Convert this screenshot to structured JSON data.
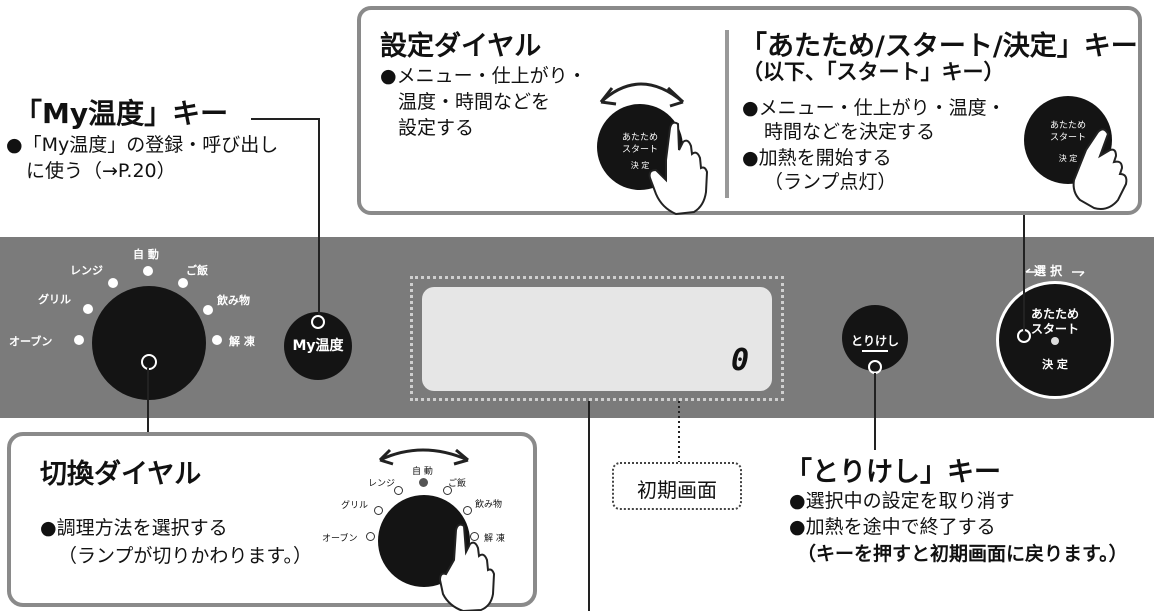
{
  "my_key": {
    "title": "「My温度」キー",
    "line1": "●「My温度」の登録・呼び出し",
    "line2": "に使う（→P.20）"
  },
  "setting_dial": {
    "title": "設定ダイヤル",
    "line1": "●メニュー・仕上がり・",
    "line2": "温度・時間などを",
    "line3": "設定する",
    "dial_top": "あたため",
    "dial_mid": "スタート",
    "dial_bottom": "決 定"
  },
  "start_key": {
    "title": "「あたため/スタート/決定」キー",
    "subtitle": "（以下、「スタート」キー）",
    "line1": "●メニュー・仕上がり・温度・",
    "line2": "時間などを決定する",
    "line3": "●加熱を開始する",
    "line4": "（ランプ点灯）",
    "dial_top": "あたため",
    "dial_mid": "スタート",
    "dial_bottom": "決 定"
  },
  "panel": {
    "lamps": {
      "auto": "自 動",
      "range": "レンジ",
      "rice": "ご飯",
      "grill": "グリル",
      "drink": "飲み物",
      "oven": "オーブン",
      "thaw": "解 凍"
    },
    "my_button": "My温度",
    "cancel_button": "とりけし",
    "select_label": "選 択",
    "start_button_top": "あたため",
    "start_button_mid": "スタート",
    "start_button_bottom": "決 定",
    "display_value": "0"
  },
  "switch_dial": {
    "title": "切換ダイヤル",
    "line1": "●調理方法を選択する",
    "line2": "（ランプが切りかわります。）",
    "lamps": {
      "auto": "自 動",
      "range": "レンジ",
      "rice": "ご飯",
      "grill": "グリル",
      "drink": "飲み物",
      "oven": "オーブン",
      "thaw": "解 凍"
    }
  },
  "initial_screen": {
    "label": "初期画面"
  },
  "cancel_key": {
    "title": "「とりけし」キー",
    "line1": "●選択中の設定を取り消す",
    "line2": "●加熱を途中で終了する",
    "line3": "（キーを押すと初期画面に戻ります。）"
  },
  "colors": {
    "panel": "#7b7b7b",
    "callout_border": "#8a8a8a",
    "dial": "#141414",
    "display": "#e6e6e6"
  }
}
